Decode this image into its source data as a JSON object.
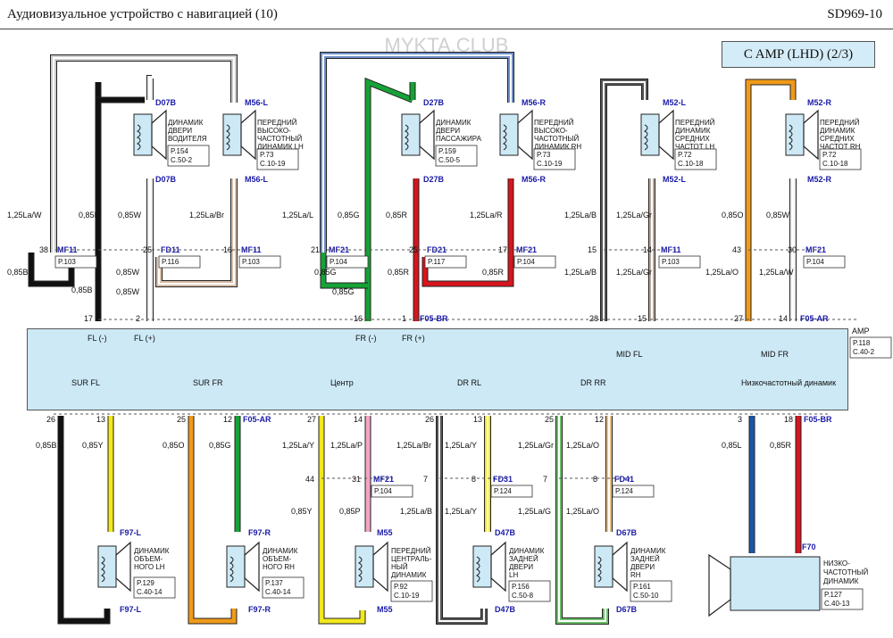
{
  "header": {
    "title": "Аудиовизуальное устройство с навигацией (10)",
    "code": "SD969-10",
    "subtitle": "C AMP (LHD) (2/3)",
    "watermark": "MYKTA.CLUB"
  },
  "amp": {
    "label": "AMP",
    "ref1": "P.118",
    "ref2": "C.40-2",
    "channels_top": [
      "FL (-)",
      "FL (+)",
      "FR (-)",
      "FR (+)",
      "MID FL",
      "MID FR"
    ],
    "channels_bottom": [
      "SUR FL",
      "SUR FR",
      "Центр",
      "DR RL",
      "DR RR",
      "Низкочастотный динамик"
    ]
  },
  "speakers_top": [
    {
      "conn": "D07B",
      "name": [
        "ДИНАМИК",
        "ДВЕРИ",
        "ВОДИТЕЛЯ"
      ],
      "ref": [
        "P.154",
        "C.50-2"
      ]
    },
    {
      "conn": "M56-L",
      "name": [
        "ПЕРЕДНИЙ",
        "ВЫСОКО-",
        "ЧАСТОТНЫЙ",
        "ДИНАМИК LH"
      ],
      "ref": [
        "P.73",
        "C.10-19"
      ]
    },
    {
      "conn": "D27B",
      "name": [
        "ДИНАМИК",
        "ДВЕРИ",
        "ПАССАЖИРА"
      ],
      "ref": [
        "P.159",
        "C.50-5"
      ]
    },
    {
      "conn": "M56-R",
      "name": [
        "ПЕРЕДНИЙ",
        "ВЫСОКО-",
        "ЧАСТОТНЫЙ",
        "ДИНАМИК RH"
      ],
      "ref": [
        "P.73",
        "C.10-19"
      ]
    },
    {
      "conn": "M52-L",
      "name": [
        "ПЕРЕДНИЙ",
        "ДИНАМИК",
        "СРЕДНИХ",
        "ЧАСТОТ LH"
      ],
      "ref": [
        "P.72",
        "C.10-18"
      ]
    },
    {
      "conn": "M52-R",
      "name": [
        "ПЕРЕДНИЙ",
        "ДИНАМИК",
        "СРЕДНИХ",
        "ЧАСТОТ RH"
      ],
      "ref": [
        "P.72",
        "C.10-18"
      ]
    }
  ],
  "speakers_bottom": [
    {
      "conn": "F97-L",
      "name": [
        "ДИНАМИК",
        "ОБЪЕМ-",
        "НОГО LH"
      ],
      "ref": [
        "P.129",
        "C.40-14"
      ]
    },
    {
      "conn": "F97-R",
      "name": [
        "ДИНАМИК",
        "ОБЪЕМ-",
        "НОГО RH"
      ],
      "ref": [
        "P.137",
        "C.40-14"
      ]
    },
    {
      "conn": "M55",
      "name": [
        "ПЕРЕДНИЙ",
        "ЦЕНТРАЛЬ-",
        "НЫЙ",
        "ДИНАМИК"
      ],
      "ref": [
        "P.92",
        "C.10-19"
      ]
    },
    {
      "conn": "D47B",
      "name": [
        "ДИНАМИК",
        "ЗАДНЕЙ",
        "ДВЕРИ",
        "LH"
      ],
      "ref": [
        "P.156",
        "C.50-8"
      ]
    },
    {
      "conn": "D67B",
      "name": [
        "ДИНАМИК",
        "ЗАДНЕЙ",
        "ДВЕРИ",
        "RH"
      ],
      "ref": [
        "P.161",
        "C.50-10"
      ]
    },
    {
      "conn": "F70",
      "name": [
        "НИЗКО-",
        "ЧАСТОТНЫЙ",
        "ДИНАМИК"
      ],
      "ref": [
        "P.127",
        "C.40-13"
      ]
    }
  ],
  "connectors": {
    "MF11": {
      "ref": "P.103"
    },
    "FD11": {
      "ref": "P.116"
    },
    "MF21": {
      "ref": "P.104"
    },
    "FD21": {
      "ref": "P.117"
    },
    "FD31": {
      "ref": "P.124"
    },
    "FD41": {
      "ref": "P.124"
    }
  },
  "link_labels": {
    "f05_br": "F05-BR",
    "f05_ar": "F05-AR"
  },
  "wires_top": [
    "1,25La/W",
    "0,85B",
    "0,85W",
    "1,25La/Br",
    "1,25La/L",
    "0,85G",
    "0,85R",
    "1,25La/R",
    "1,25La/B",
    "1,25La/Gr",
    "0,85O",
    "0,85W"
  ],
  "wires_top_lower": [
    "0,85B",
    "0,85B",
    "0,85W",
    "0,85W",
    "0,85G",
    "0,85G",
    "0,85R",
    "0,85R",
    "1,25La/B",
    "1,25La/Gr",
    "1,25La/O",
    "1,25La/W"
  ],
  "wires_bottom": [
    "0,85B",
    "0,85Y",
    "0,85O",
    "0,85G",
    "1,25La/Y",
    "1,25La/P",
    "1,25La/Br",
    "1,25La/Y",
    "1,25La/Gr",
    "1,25La/O",
    "0,85L",
    "0,85R"
  ],
  "wires_bottom_lower": [
    "0,85Y",
    "0,85P",
    "1,25La/B",
    "1,25La/Y",
    "1,25La/G",
    "1,25La/O"
  ],
  "colors": {
    "black": "#111111",
    "white": "#ffffff",
    "green": "#16a236",
    "red": "#d8141c",
    "yellow": "#f2e81c",
    "orange": "#f09a1a",
    "blue": "#1d55a8",
    "pink": "#f0a6c6",
    "box": "#cde9f6",
    "connector": "#1a1aa8"
  }
}
